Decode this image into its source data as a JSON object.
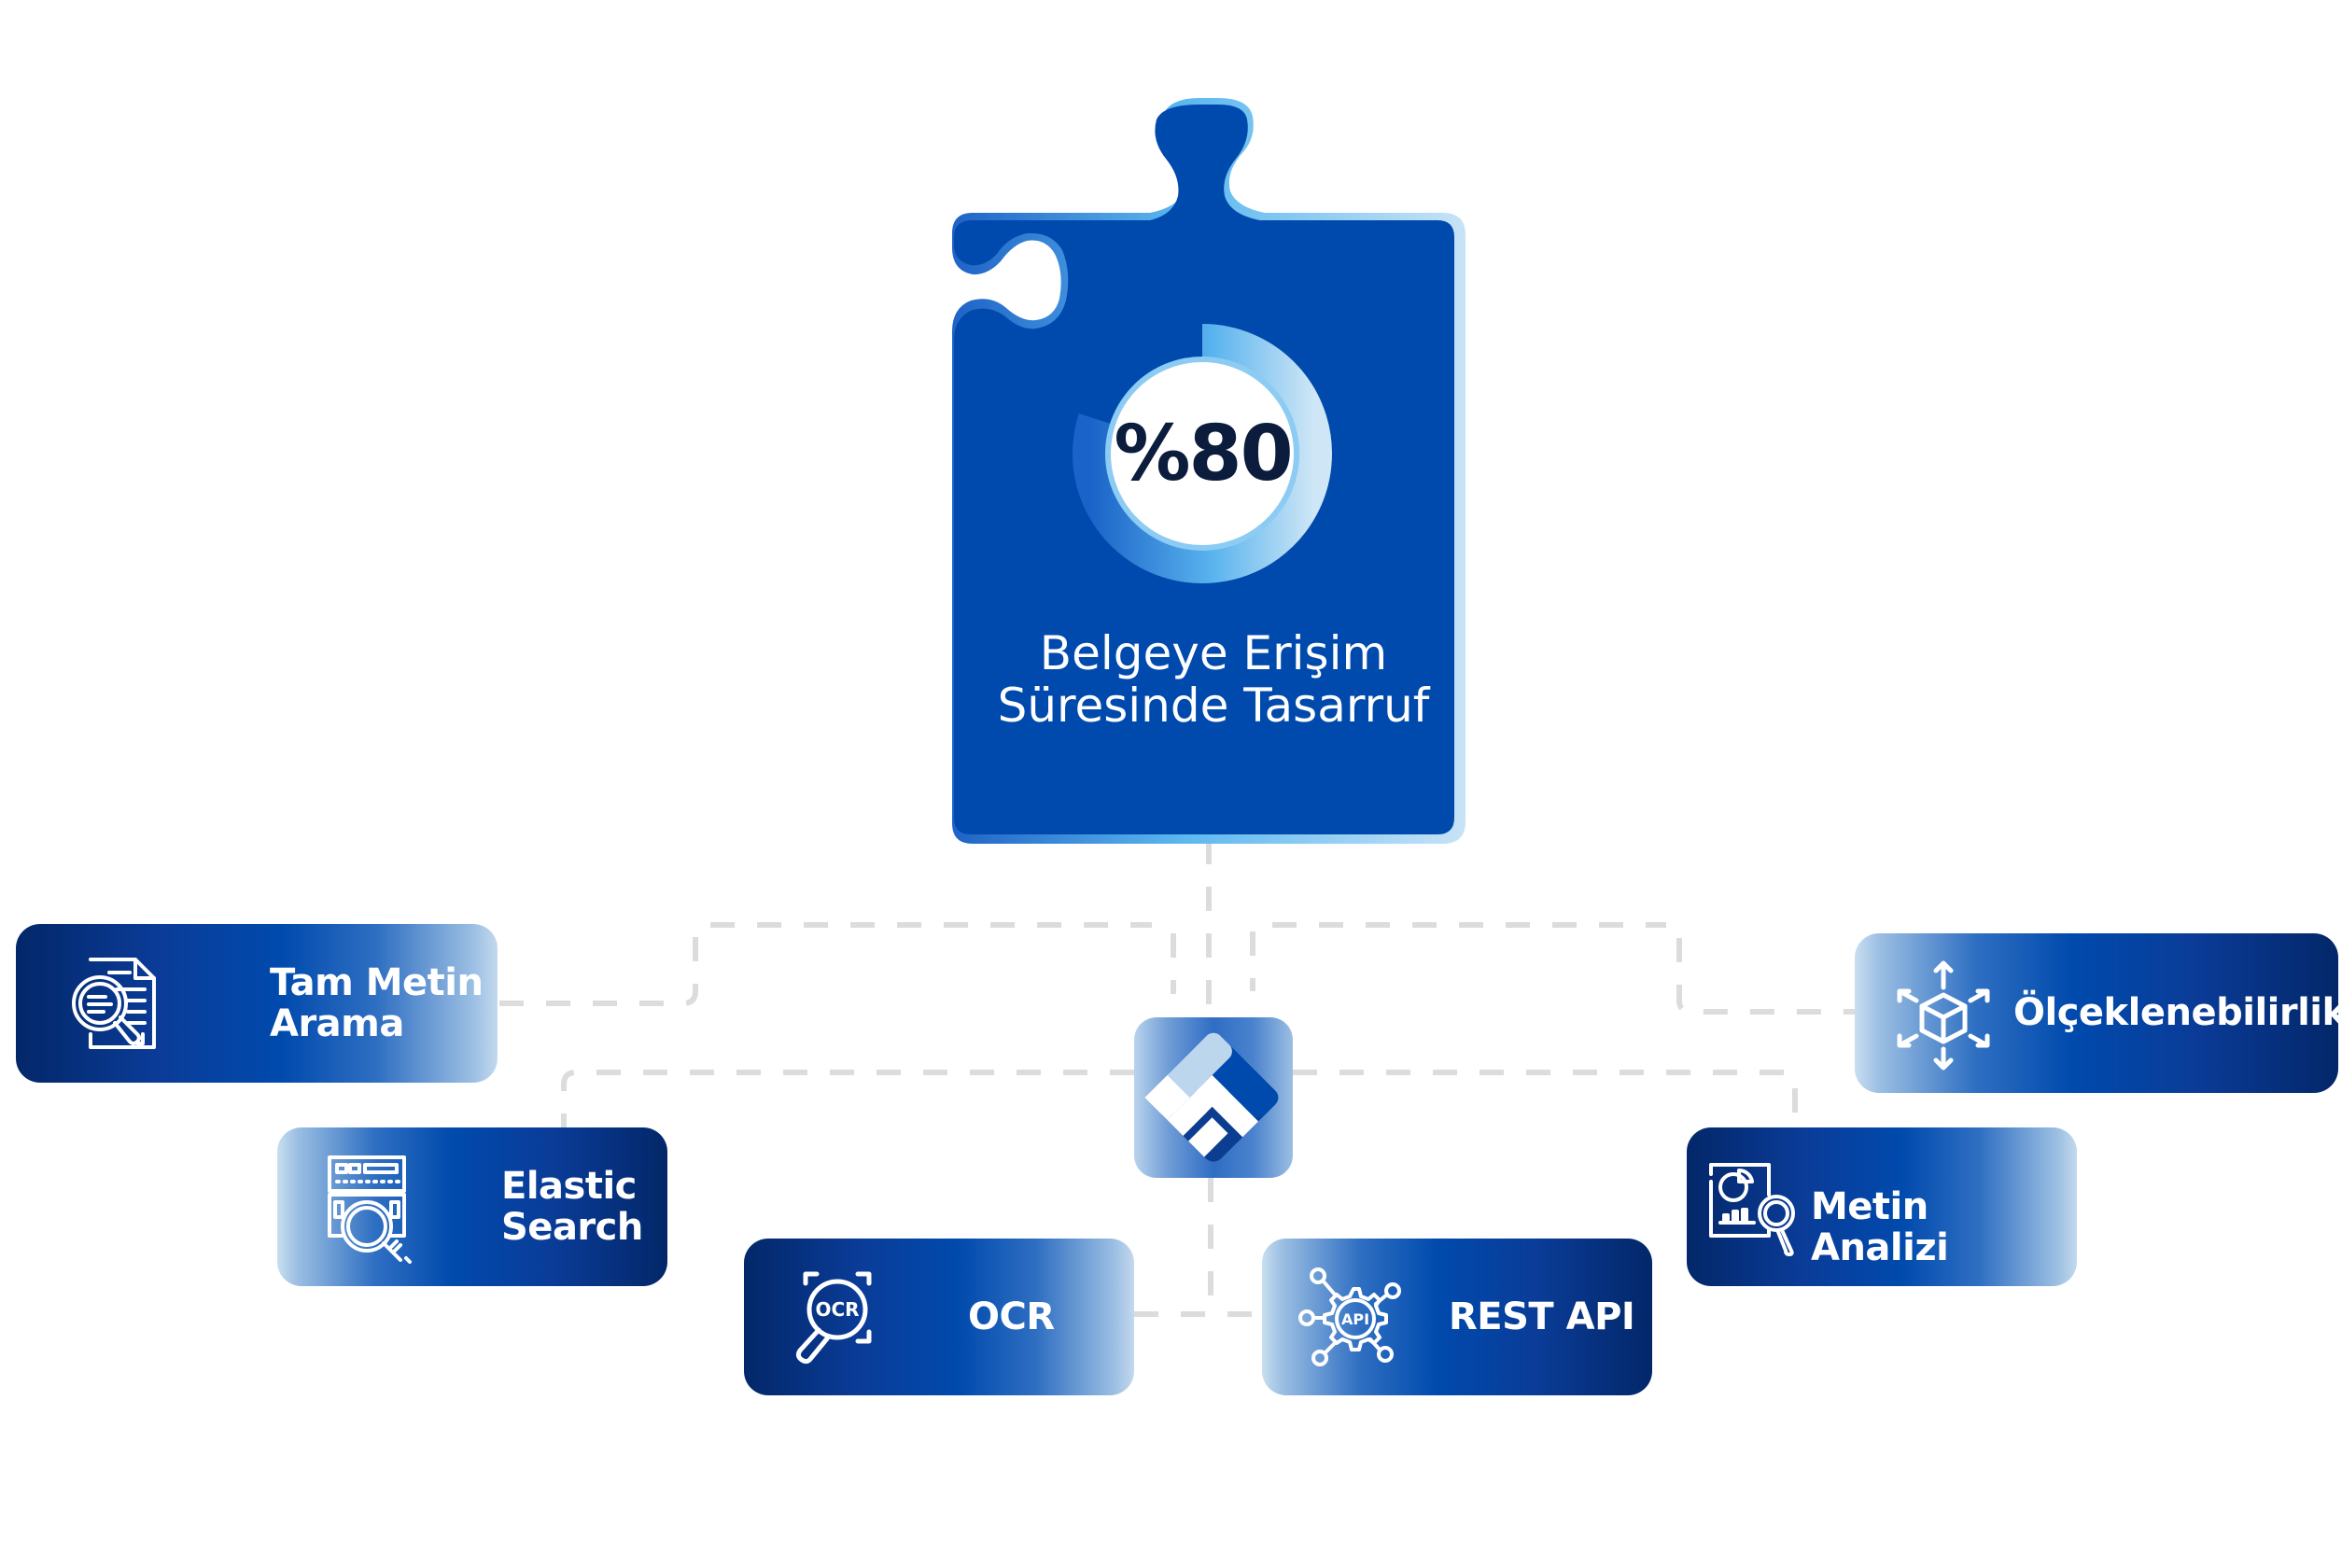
{
  "hero": {
    "value": "%80",
    "progress_percent": 80,
    "caption_line1": "Belgeye Erişim",
    "caption_line2": "Süresinde Tasarruf"
  },
  "hub": {
    "logo_icon": "company-logo-icon"
  },
  "features": [
    {
      "id": "tam-metin-arama",
      "line1": "Tam Metin",
      "line2": "Arama",
      "icon": "document-search-icon"
    },
    {
      "id": "elastic-search",
      "line1": "Elastic",
      "line2": "Search",
      "icon": "server-search-icon"
    },
    {
      "id": "ocr",
      "line1": "OCR",
      "line2": "",
      "icon": "ocr-magnifier-icon"
    },
    {
      "id": "rest-api",
      "line1": "REST API",
      "line2": "",
      "icon": "api-gear-network-icon"
    },
    {
      "id": "metin-analizi",
      "line1": "Metin Analizi",
      "line2": "",
      "icon": "report-analysis-icon"
    },
    {
      "id": "olceklenebilirlik",
      "line1": "Ölçeklenebilirlik",
      "line2": "",
      "icon": "scalable-cube-icon"
    }
  ],
  "colors": {
    "puzzle_blue": "#004aad",
    "puzzle_outline": "#5cb8f0",
    "navy": "#032769",
    "ring_light": "#5ab4ee",
    "value_text": "#0b1c3d",
    "connector": "#dcdcdc"
  }
}
